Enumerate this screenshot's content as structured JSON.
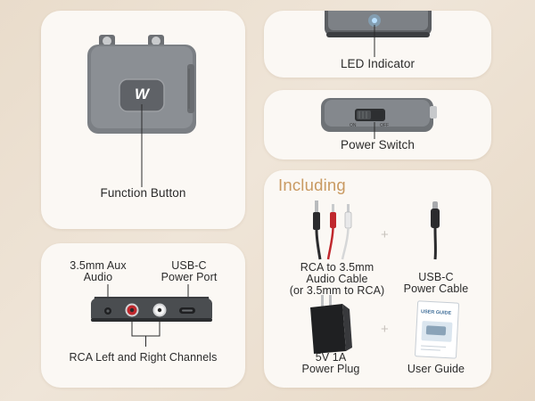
{
  "features": {
    "function_button": "Function Button",
    "led_indicator": "LED Indicator",
    "power_switch": "Power Switch",
    "switch_on": "ON",
    "switch_off": "OFF",
    "aux_audio": "3.5mm Aux\nAudio",
    "usb_power_port": "USB-C\nPower Port",
    "rca_channels": "RCA Left and Right Channels"
  },
  "including": {
    "heading": "Including",
    "items": [
      {
        "label": "RCA to 3.5mm\nAudio Cable\n(or 3.5mm to RCA)"
      },
      {
        "label": "USB-C\nPower Cable"
      },
      {
        "label": "5V 1A\nPower Plug"
      },
      {
        "label": "User Guide"
      }
    ],
    "user_guide_cover": "USER GUIDE"
  },
  "brand_logo": "W"
}
